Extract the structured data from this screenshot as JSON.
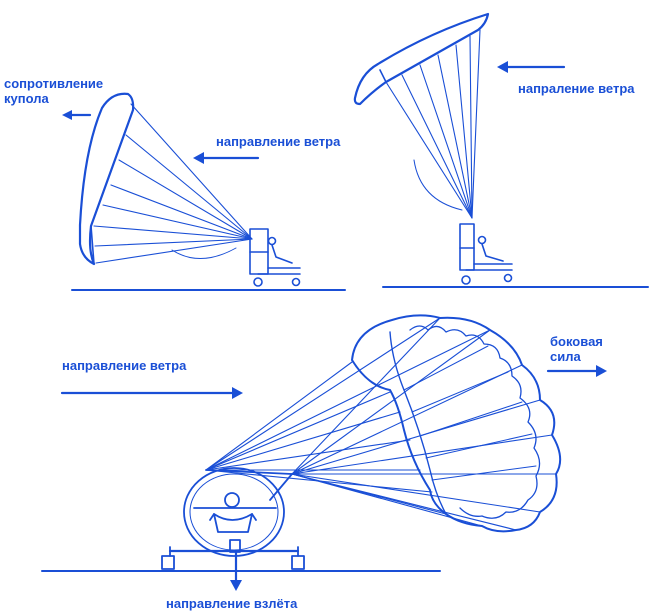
{
  "labels": {
    "canopy_drag_line1": "сопротивление",
    "canopy_drag_line2": "купола",
    "wind_1": "направление ветра",
    "wind_2": "напраление ветра",
    "wind_3": "направление ветра",
    "side_force_line1": "боковая",
    "side_force_line2": "сила",
    "takeoff_direction": "направление взлёта"
  },
  "colors": {
    "ink": "#1a4fd6",
    "background": "#ffffff"
  }
}
